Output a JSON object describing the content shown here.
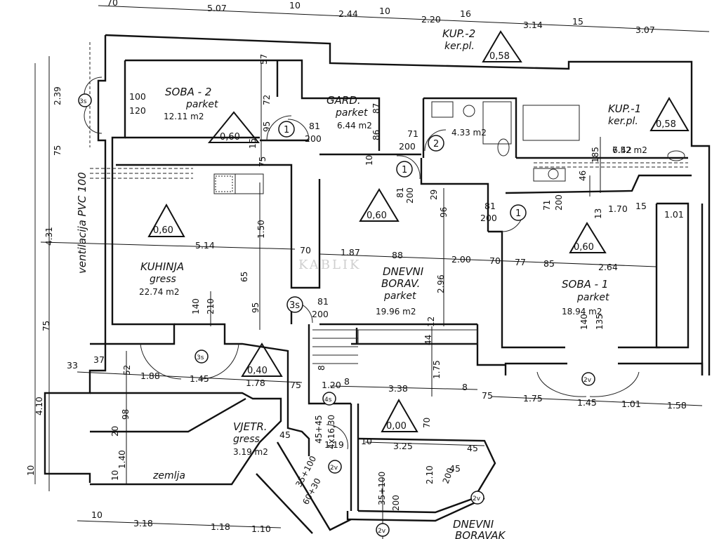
{
  "rooms": {
    "soba2": {
      "name": "SOBA - 2",
      "floor": "parket",
      "area": "12.11 m2",
      "level": "0,60"
    },
    "gard": {
      "name": "GARD.",
      "floor": "parket",
      "area": "6.44 m2"
    },
    "bath": {
      "area": "4.33 m2"
    },
    "kup2": {
      "name": "KUP.-2",
      "floor": "ker.pl.",
      "level": "0,58"
    },
    "kup1": {
      "name": "KUP.-1",
      "floor": "ker.pl.",
      "level": "0,58",
      "area": "7.52 m2"
    },
    "kuhinja": {
      "name": "KUHINJA",
      "floor": "gress",
      "area": "22.74 m2",
      "level": "0,60"
    },
    "dnevni": {
      "name": "DNEVNI",
      "name2": "BORAV.",
      "floor": "parket",
      "area": "19.96 m2",
      "level": "0,60"
    },
    "soba1": {
      "name": "SOBA - 1",
      "floor": "parket",
      "area": "18.94 m2",
      "level": "0,60"
    },
    "vjetr": {
      "name": "VJETR.",
      "floor": "gress",
      "area": "3.19 m2",
      "level": "0,40"
    },
    "lower": {
      "level": "0,00"
    },
    "zemlja": {
      "name": "zemlja"
    },
    "dnevni_bottom": {
      "name": "DNEVNI",
      "name2": "BORAVAK"
    }
  },
  "annotations": {
    "ventilation": "ventilacija PVC 100",
    "watermark": "KABLIK",
    "door_labels": [
      "1",
      "2",
      "1",
      "1",
      "3s",
      "3s",
      "3s",
      "4s",
      "2v",
      "2v",
      "2v",
      "2v"
    ]
  },
  "dims": {
    "top": [
      "70",
      "5.07",
      "10",
      "2.44",
      "10",
      "2.20",
      "16",
      "3.14",
      "15",
      "3.07"
    ],
    "left_vertical": [
      "2.39",
      "75",
      "4.31",
      "75",
      "4.10",
      "10"
    ],
    "bottom": [
      "10",
      "3.18",
      "1.18",
      "1.10"
    ],
    "mid_row": [
      "5.14",
      "70",
      "1.87",
      "88",
      "2.00",
      "70",
      "77",
      "85",
      "2.64"
    ],
    "lower_row": [
      "33",
      "37",
      "1.88",
      "1.45",
      "1.78",
      "75",
      "1.20",
      "8",
      "3.38",
      "8",
      "75",
      "1.75",
      "1.45",
      "1.01",
      "1.58"
    ],
    "vert_misc": [
      "57",
      "72",
      "95",
      "15",
      "75",
      "87",
      "86",
      "10",
      "81",
      "200",
      "29",
      "96",
      "71",
      "200",
      "185",
      "46",
      "1.50",
      "65",
      "95",
      "140",
      "210",
      "2.96",
      "44",
      "1.75",
      "70",
      "140",
      "135",
      "52",
      "98",
      "20",
      "1.40",
      "10",
      "2.10",
      "200",
      "35+100",
      "200",
      "35+100",
      "60+30",
      "45+45",
      "4x16,30",
      "8",
      "12",
      "13"
    ],
    "door_dims": [
      "81",
      "200",
      "71",
      "200",
      "81",
      "200",
      "81",
      "200",
      "100",
      "120",
      "6.42",
      "1.70",
      "15",
      "1.01",
      "45",
      "1.19",
      "10",
      "3.25",
      "45",
      "45"
    ]
  }
}
